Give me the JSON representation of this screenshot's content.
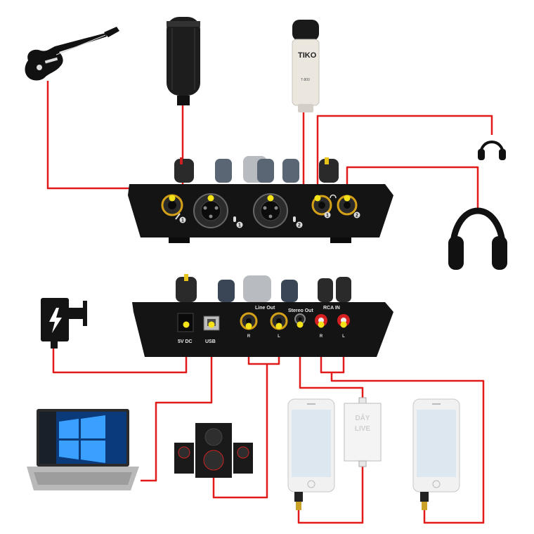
{
  "top_unit": {
    "port_numbers": [
      "1",
      "1",
      "2",
      "1",
      "2"
    ]
  },
  "bottom_unit": {
    "power_label": "5V DC",
    "usb_label": "USB",
    "line_out_label": "Line Out",
    "stereo_out_label": "Stereo Out",
    "rca_in_label": "RCA IN",
    "rear_port_marks": [
      "R",
      "L",
      "R",
      "L"
    ]
  },
  "devices": {
    "mic2_brand": "TIKO",
    "mic2_model": "T-800",
    "live_cable_label_line1": "DÂY",
    "live_cable_label_line2": "LIVE"
  },
  "colors": {
    "cable": "#e11a1a",
    "jack_ring": "#f5e31a",
    "device_body": "#141414",
    "rca_red": "#d42020"
  }
}
